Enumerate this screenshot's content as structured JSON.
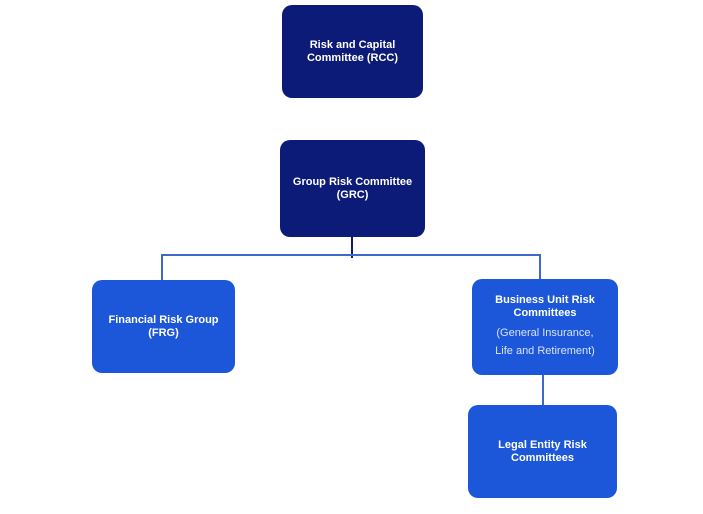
{
  "diagram": {
    "type": "org-chart",
    "colors": {
      "navy": "#0c1b78",
      "blue": "#1d57d9",
      "connector": "#3e68cc",
      "text": "#ffffff",
      "subtext": "#d9e3f6",
      "background": "#ffffff"
    },
    "nodes": {
      "rcc": {
        "lines": [
          "Risk and Capital",
          "Committee (RCC)"
        ]
      },
      "grc": {
        "lines": [
          "Group Risk Committee",
          "(GRC)"
        ]
      },
      "frg": {
        "lines": [
          "Financial Risk Group",
          "(FRG)"
        ]
      },
      "bu": {
        "lines": [
          "Business Unit Risk",
          "Committees"
        ],
        "sublines": [
          "(General Insurance,",
          "Life and Retirement)"
        ]
      },
      "legal": {
        "lines": [
          "Legal Entity Risk",
          "Committees"
        ]
      }
    },
    "edges": [
      "GRC -> FRG",
      "GRC -> Business Unit Risk Committees",
      "Business Unit Risk Committees -> Legal Entity Risk Committees"
    ]
  }
}
